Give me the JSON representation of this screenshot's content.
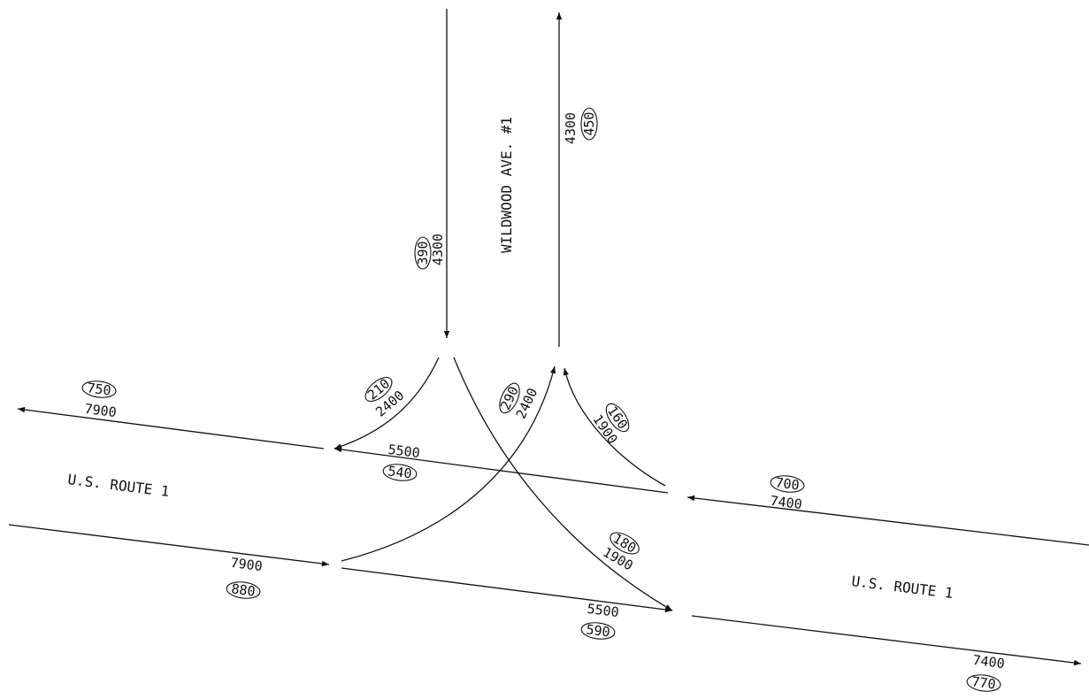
{
  "streets": {
    "wildwood": "WILDWOOD AVE. #1",
    "route_west": "U.S. ROUTE 1",
    "route_east": "U.S. ROUTE 1"
  },
  "flows": {
    "wildwood_sb": {
      "adt": "4300",
      "peak": "390"
    },
    "wildwood_nb": {
      "adt": "4300",
      "peak": "450"
    },
    "sb_right": {
      "adt": "2400",
      "peak": "210"
    },
    "eb_left": {
      "adt": "2400",
      "peak": "290"
    },
    "wb_right": {
      "adt": "1900",
      "peak": "160"
    },
    "sb_left": {
      "adt": "1900",
      "peak": "180"
    },
    "west_wb_out": {
      "adt": "7900",
      "peak": "750"
    },
    "west_eb_in": {
      "adt": "7900",
      "peak": "880"
    },
    "mid_wb": {
      "adt": "5500",
      "peak": "540"
    },
    "mid_eb": {
      "adt": "5500",
      "peak": "590"
    },
    "east_wb_in": {
      "adt": "7400",
      "peak": "700"
    },
    "east_eb_out": {
      "adt": "7400",
      "peak": "770"
    }
  },
  "colors": {
    "ink": "#111111",
    "background": "#ffffff"
  }
}
